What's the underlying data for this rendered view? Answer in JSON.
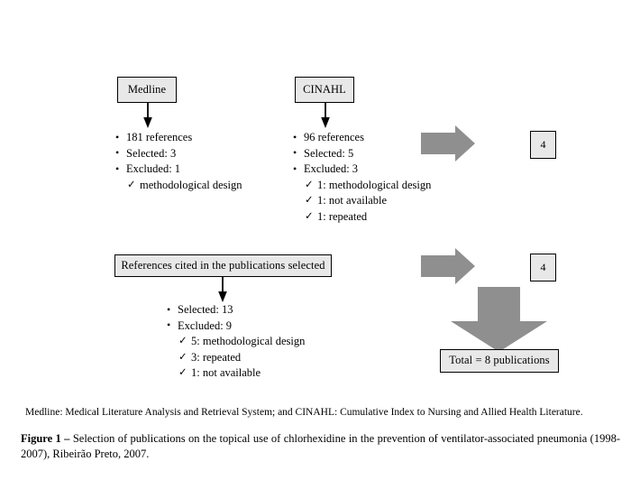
{
  "figure": {
    "colors": {
      "box_fill": "#e8e8e8",
      "box_border": "#000000",
      "block_arrow_fill": "#8f8f8f",
      "connector": "#000000",
      "background": "#ffffff"
    },
    "nodes": {
      "medline": "Medline",
      "cinahl": "CINAHL",
      "references_cited": "References cited in the publications selected",
      "count_top": "4",
      "count_mid": "4",
      "total": "Total = 8 publications"
    },
    "branches": {
      "medline": {
        "bullets": [
          "181 references",
          "Selected: 3",
          "Excluded: 1"
        ],
        "checks": [
          "methodological design"
        ]
      },
      "cinahl": {
        "bullets": [
          "96 references",
          "Selected: 5",
          "Excluded: 3"
        ],
        "checks": [
          "1: methodological design",
          "1: not available",
          "1: repeated"
        ]
      },
      "references": {
        "bullets": [
          "Selected: 13",
          "Excluded: 9"
        ],
        "checks": [
          "5: methodological design",
          "3: repeated",
          "1: not available"
        ]
      }
    },
    "footnote": "Medline: Medical Literature Analysis and Retrieval System; and CINAHL: Cumulative Index to Nursing and Allied Health Literature.",
    "caption": {
      "label": "Figure 1 –",
      "text": " Selection of publications on the topical use of chlorhexidine in the prevention of ventilator-associated pneumonia (1998-2007), Ribeirão Preto, 2007."
    }
  }
}
